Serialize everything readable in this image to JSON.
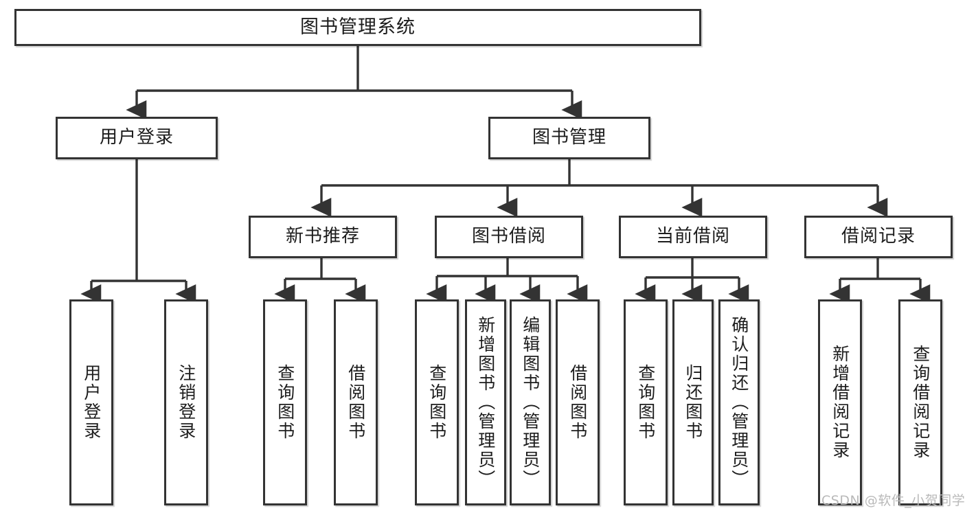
{
  "diagram": {
    "title": "图书管理系统",
    "type": "tree-hierarchy-diagram",
    "watermark": "CSDN @软件_小贺同学",
    "colors": {
      "box_border": "#333333",
      "box_fill": "#ffffff",
      "edge": "#333333",
      "text": "#1c1c1c",
      "watermark": "#b9b9b9",
      "background": "#ffffff"
    },
    "nodes": {
      "root": {
        "label": "图书管理系统"
      },
      "level2": [
        {
          "id": "user-login",
          "label": "用户登录"
        },
        {
          "id": "book-manage",
          "label": "图书管理"
        }
      ],
      "level3": [
        {
          "id": "new-book-recommend",
          "label": "新书推荐"
        },
        {
          "id": "book-borrow",
          "label": "图书借阅"
        },
        {
          "id": "current-borrow",
          "label": "当前借阅"
        },
        {
          "id": "borrow-record",
          "label": "借阅记录"
        }
      ],
      "leaves": {
        "user_login": [
          {
            "id": "leaf-user-login",
            "label": "用户登录"
          },
          {
            "id": "leaf-logout-login",
            "label": "注销登录"
          }
        ],
        "new_book_recommend": [
          {
            "id": "leaf-query-book-1",
            "label": "查询图书"
          },
          {
            "id": "leaf-borrow-book-1",
            "label": "借阅图书"
          }
        ],
        "book_borrow": [
          {
            "id": "leaf-query-book-2",
            "label": "查询图书"
          },
          {
            "id": "leaf-add-book",
            "label": "新增图书（管理员）"
          },
          {
            "id": "leaf-edit-book",
            "label": "编辑图书（管理员）"
          },
          {
            "id": "leaf-borrow-book-2",
            "label": "借阅图书"
          }
        ],
        "current_borrow": [
          {
            "id": "leaf-query-book-3",
            "label": "查询图书"
          },
          {
            "id": "leaf-return-book",
            "label": "归还图书"
          },
          {
            "id": "leaf-confirm-return",
            "label": "确认归还（管理员）"
          }
        ],
        "borrow_record": [
          {
            "id": "leaf-add-record",
            "label": "新增借阅记录"
          },
          {
            "id": "leaf-query-record",
            "label": "查询借阅记录"
          }
        ]
      }
    }
  }
}
